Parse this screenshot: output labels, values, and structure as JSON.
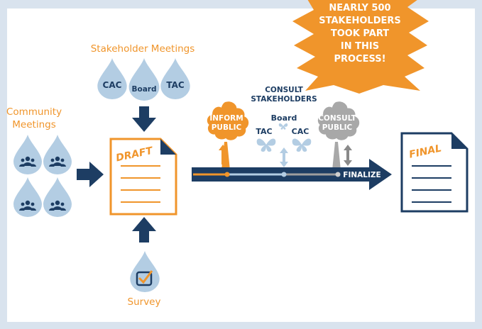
{
  "burst": {
    "line1": "NEARLY 500",
    "line2": "STAKEHOLDERS",
    "line3": "TOOK PART",
    "line4": "IN THIS",
    "line5": "PROCESS!"
  },
  "stakeholder_meetings": {
    "title": "Stakeholder Meetings",
    "drops": [
      "CAC",
      "Board",
      "TAC"
    ]
  },
  "community_meetings": {
    "title_line1": "Community",
    "title_line2": "Meetings"
  },
  "draft": {
    "label": "DRAFT"
  },
  "survey": {
    "label": "Survey"
  },
  "consult_stakeholders": {
    "title_line1": "CONSULT",
    "title_line2": "STAKEHOLDERS",
    "board": "Board",
    "tac": "TAC",
    "cac": "CAC"
  },
  "inform_public": {
    "line1": "INFORM",
    "line2": "PUBLIC"
  },
  "consult_public": {
    "line1": "CONSULT",
    "line2": "PUBLIC"
  },
  "timeline": {
    "finalize": "FINALIZE"
  },
  "final": {
    "label": "FINAL"
  },
  "colors": {
    "orange": "#f0952b",
    "navy": "#1d3d63",
    "light_blue": "#b3cde3",
    "gray": "#9e9e9e",
    "frame": "#d9e3ee"
  }
}
